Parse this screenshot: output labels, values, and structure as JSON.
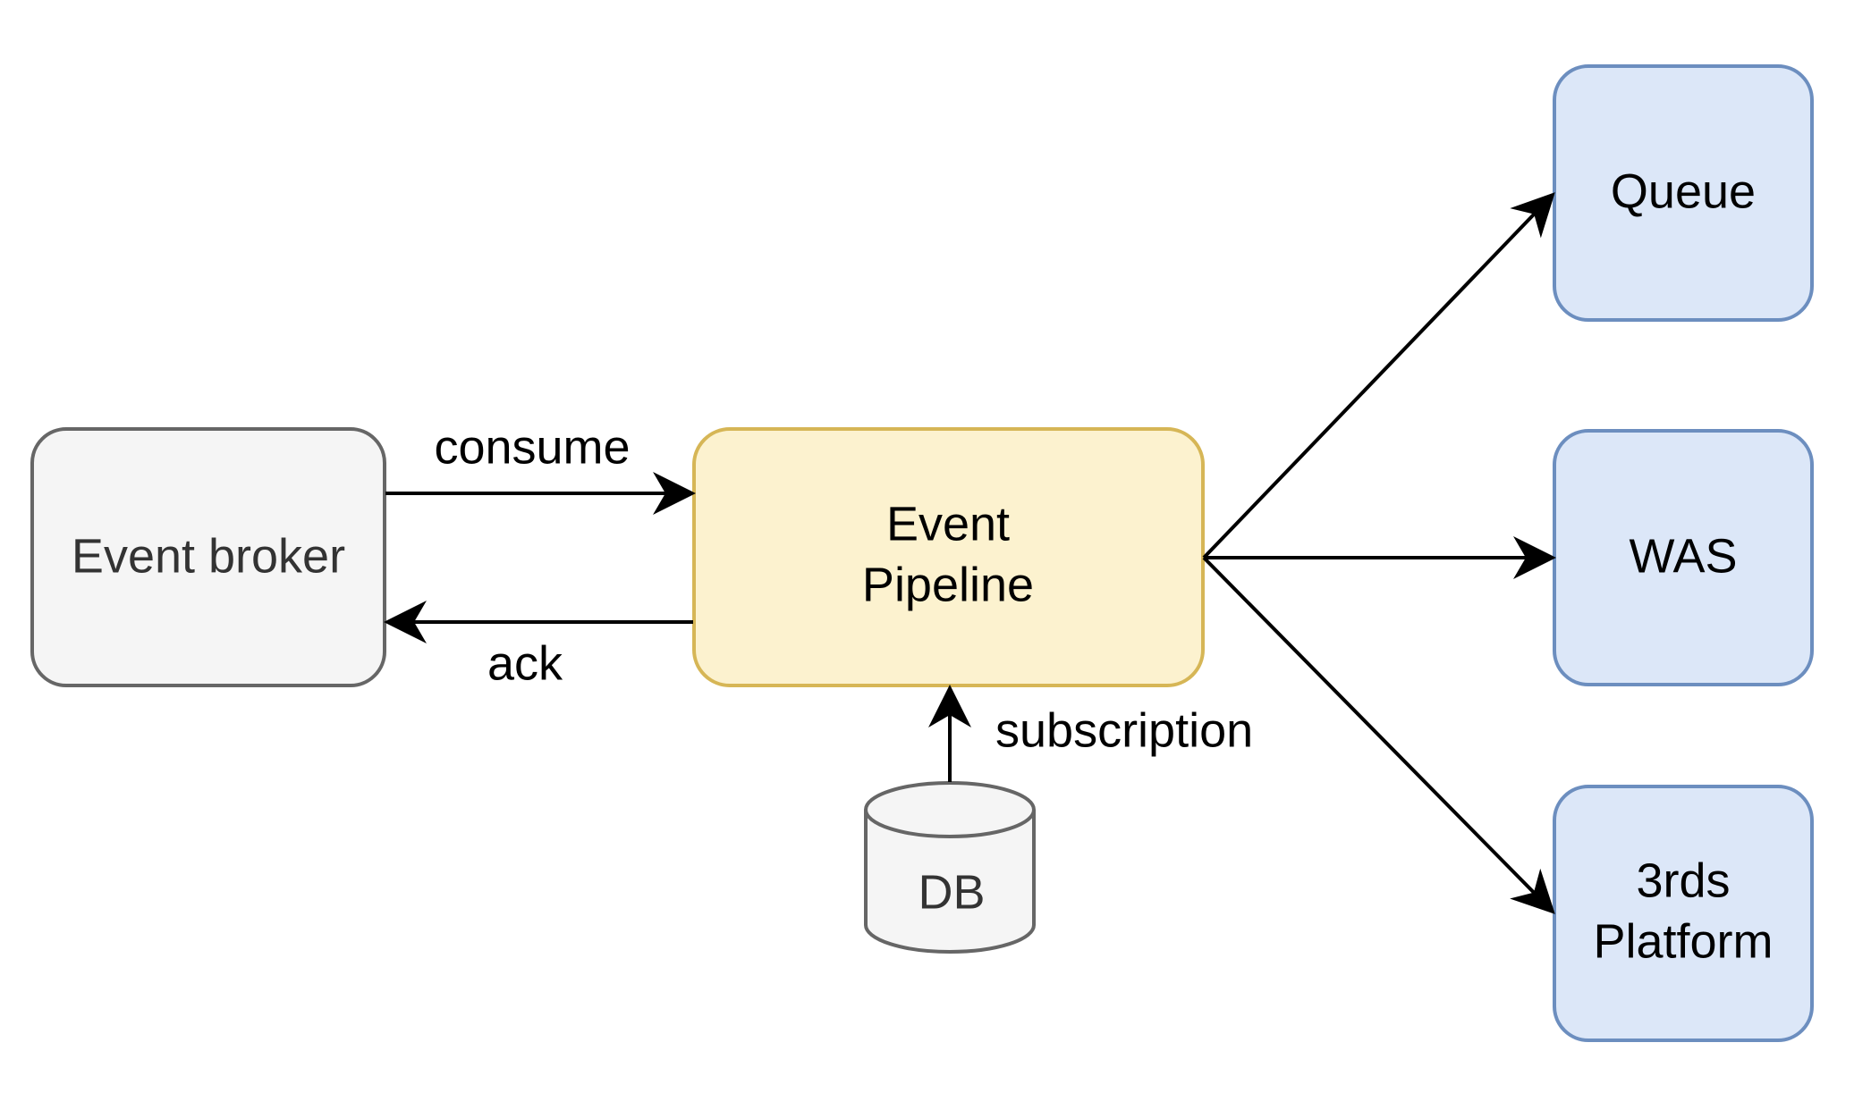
{
  "colors": {
    "neutral_fill": "#f5f5f5",
    "neutral_stroke": "#666666",
    "pipeline_fill": "#fcf2cf",
    "pipeline_stroke": "#d6b656",
    "target_fill": "#dce7f8",
    "target_stroke": "#6c8ebf",
    "edge": "#000000"
  },
  "nodes": {
    "event_broker": {
      "label": "Event broker"
    },
    "pipeline": {
      "line1": "Event",
      "line2": "Pipeline"
    },
    "db": {
      "label": "DB"
    },
    "queue": {
      "label": "Queue"
    },
    "was": {
      "label": "WAS"
    },
    "platform": {
      "line1": "3rds",
      "line2": "Platform"
    }
  },
  "edges": {
    "consume": "consume",
    "ack": "ack",
    "subscription": "subscription"
  }
}
